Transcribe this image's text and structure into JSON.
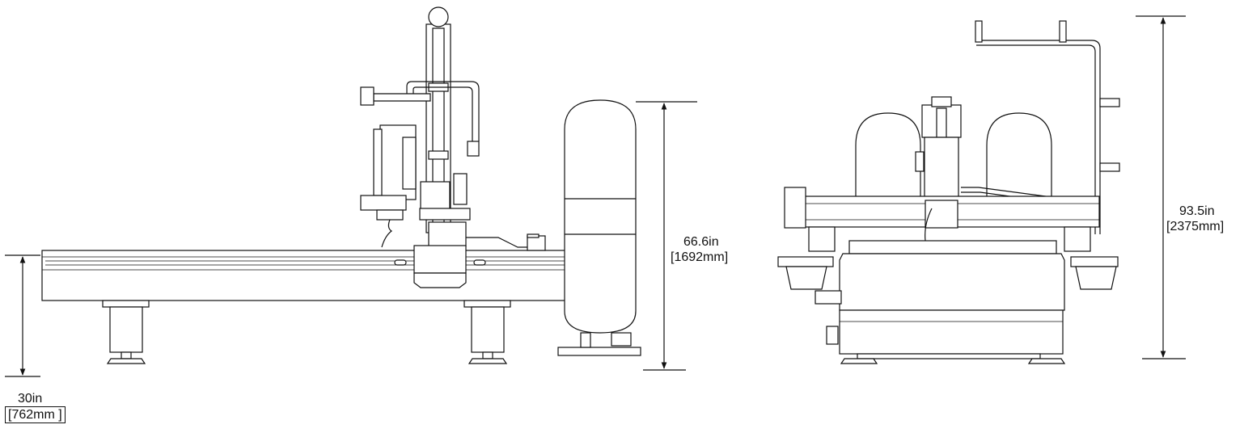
{
  "dimensions": {
    "table_height": {
      "value": "30in",
      "metric": "[762mm ]"
    },
    "side_height": {
      "value": "66.6in",
      "metric": "[1692mm]"
    },
    "front_height": {
      "value": "93.5in",
      "metric": "[2375mm]"
    }
  },
  "colors": {
    "line": "#111111",
    "background": "#ffffff"
  }
}
